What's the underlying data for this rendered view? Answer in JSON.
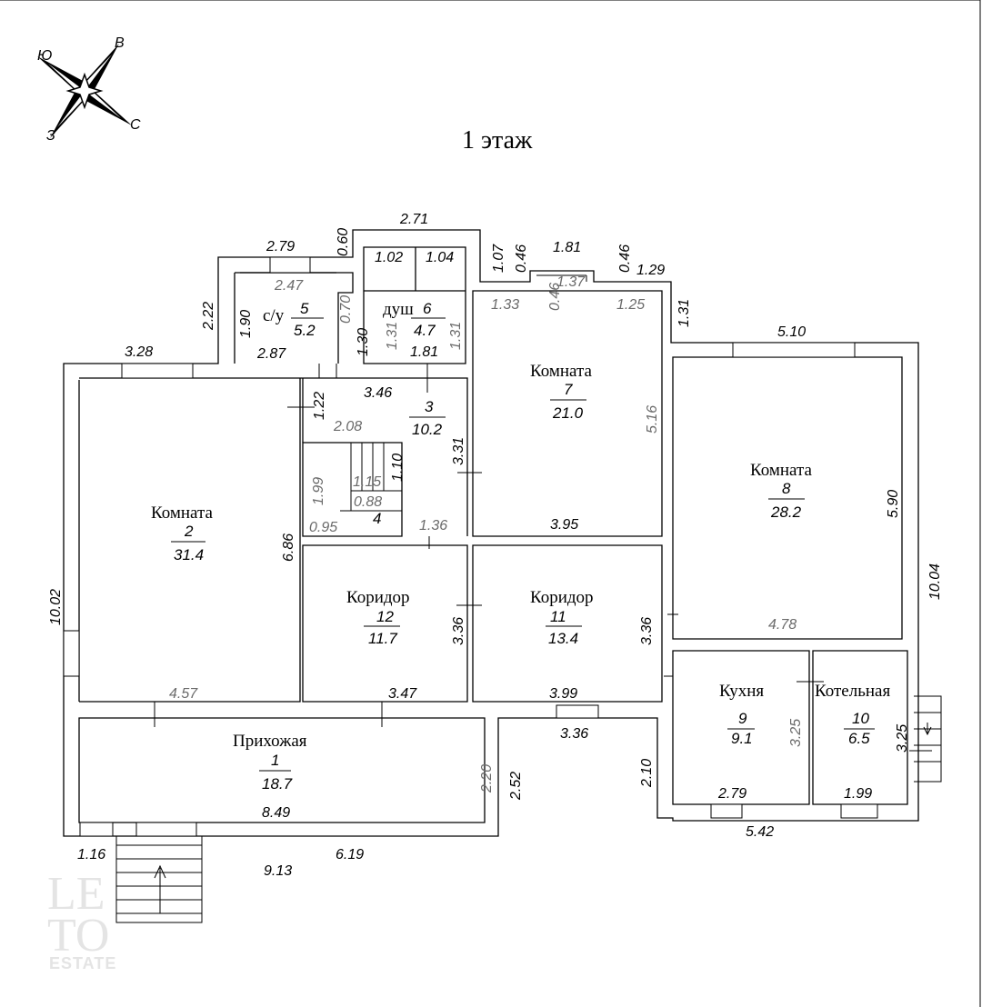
{
  "title": "1 этаж",
  "compass": {
    "labels": [
      "Ю",
      "З",
      "С",
      "В"
    ]
  },
  "watermark": {
    "line1": "LE",
    "line2": "TO",
    "brand": "ESTATE"
  },
  "rooms": [
    {
      "id": "1",
      "name": "Прихожая",
      "number": "1",
      "area": "18.7"
    },
    {
      "id": "2",
      "name": "Комната",
      "number": "2",
      "area": "31.4"
    },
    {
      "id": "3",
      "name": "",
      "number": "3",
      "area": "10.2"
    },
    {
      "id": "4",
      "name": "",
      "number": "4",
      "area": ""
    },
    {
      "id": "5",
      "name": "с/у",
      "number": "5",
      "area": "5.2"
    },
    {
      "id": "6",
      "name": "душ",
      "number": "6",
      "area": "4.7"
    },
    {
      "id": "7",
      "name": "Комната",
      "number": "7",
      "area": "21.0"
    },
    {
      "id": "8",
      "name": "Комната",
      "number": "8",
      "area": "28.2"
    },
    {
      "id": "9",
      "name": "Кухня",
      "number": "9",
      "area": "9.1"
    },
    {
      "id": "10",
      "name": "Котельная",
      "number": "10",
      "area": "6.5"
    },
    {
      "id": "11",
      "name": "Коридор",
      "number": "11",
      "area": "13.4"
    },
    {
      "id": "12",
      "name": "Коридор",
      "number": "12",
      "area": "11.7"
    }
  ],
  "dimensions": {
    "d_271": "2.71",
    "d_060": "0.60",
    "d_279": "2.79",
    "d_222": "2.22",
    "d_107": "1.07",
    "d_046a": "0.46",
    "d_181top": "1.81",
    "d_046b": "0.46",
    "d_129": "1.29",
    "d_102": "1.02",
    "d_104": "1.04",
    "d_247": "2.47",
    "d_190": "1.90",
    "d_070": "0.70",
    "d_133": "1.33",
    "d_046c": "0.46",
    "d_137": "1.37",
    "d_125": "1.25",
    "d_131right": "1.31",
    "d_510": "5.10",
    "d_130": "1.30",
    "d_131a": "1.31",
    "d_131b": "1.31",
    "d_328": "3.28",
    "d_287": "2.87",
    "d_181mid": "1.81",
    "d_346": "3.46",
    "d_122": "1.22",
    "d_208": "2.08",
    "d_516": "5.16",
    "d_331": "3.31",
    "d_110": "1.10",
    "d_115": "1.15",
    "d_199left": "1.99",
    "d_088": "0.88",
    "d_095": "0.95",
    "d_136": "1.36",
    "d_395": "3.95",
    "d_590": "5.90",
    "d_686": "6.86",
    "d_1002": "10.02",
    "d_1004": "10.04",
    "d_336a": "3.36",
    "d_336b": "3.36",
    "d_478": "4.78",
    "d_457": "4.57",
    "d_347": "3.47",
    "d_399": "3.99",
    "d_336c": "3.36",
    "d_325a": "3.25",
    "d_325b": "3.25",
    "d_220": "2.20",
    "d_252": "2.52",
    "d_210": "2.10",
    "d_849": "8.49",
    "d_279b": "2.79",
    "d_199b": "1.99",
    "d_116": "1.16",
    "d_619": "6.19",
    "d_542": "5.42",
    "d_913": "9.13"
  }
}
